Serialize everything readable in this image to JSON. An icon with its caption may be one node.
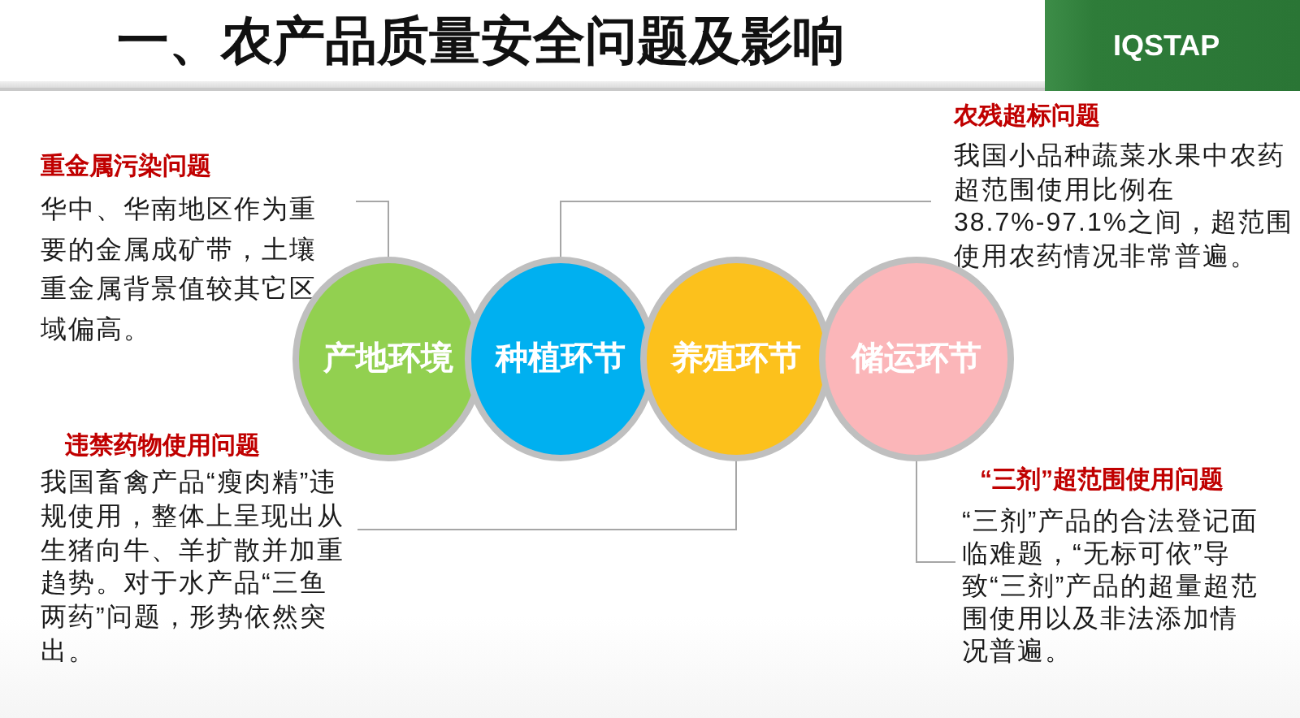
{
  "diagram": {
    "title": "一、农产品质量安全问题及影响",
    "nodes": [
      {
        "text": [
          "重金属污染问题",
          "华中、华南地区作为重要的金属成矿带，土壤重金属背景值较其它区域偏高。"
        ]
      },
      {
        "text": [
          "农残超标问题",
          "我国小品种蔬菜水果中农药超范围使用比例在38.7%-97.1%之间，超范围使用农药情况非常普遍。"
        ]
      },
      {
        "text": [
          "产地环境"
        ]
      },
      {
        "text": [
          "种植环节"
        ]
      },
      {
        "text": [
          "养殖环节"
        ]
      },
      {
        "text": [
          "储运环节"
        ]
      },
      {
        "text": [
          "违禁药物使用问题",
          "我国畜禽产品“瘦肉精”违规使用，整体上呈现出从生猪向牛、羊扩散并加重趋势。对于水产品“三鱼两药”问题，形势依然突出。"
        ]
      },
      {
        "text": [
          "“三剂”超范围使用问题",
          "“三剂”产品的合法登记面临难题，“无标可依”导致“三剂”产品的超量超范围使用以及非法添加情况普遍。"
        ]
      }
    ],
    "edges": [
      {
        "from": 0,
        "to": 2,
        "arrow": "none"
      },
      {
        "from": 1,
        "to": 3,
        "arrow": "none"
      },
      {
        "from": 6,
        "to": 4,
        "arrow": "none"
      },
      {
        "from": 7,
        "to": 5,
        "arrow": "none"
      }
    ],
    "labels": [
      "IQSTAP"
    ]
  }
}
